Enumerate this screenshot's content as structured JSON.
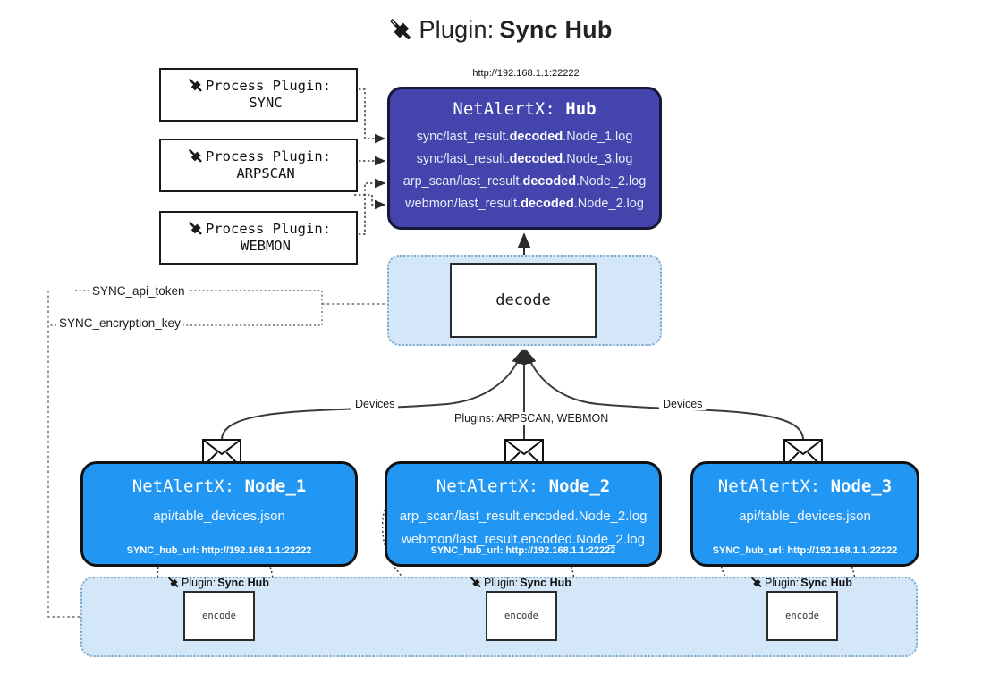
{
  "title": {
    "icon": "plug-icon",
    "prefix": "Plugin:",
    "name": "Sync Hub"
  },
  "hub": {
    "url": "http://192.168.1.1:22222",
    "title_prefix": "NetAlertX:",
    "title_name": "Hub",
    "color": "#4345ad",
    "lines": [
      {
        "pre": "sync/last_result.",
        "bold": "decoded",
        "post": ".Node_1.log"
      },
      {
        "pre": "sync/last_result.",
        "bold": "decoded",
        "post": ".Node_3.log"
      },
      {
        "pre": "arp_scan/last_result.",
        "bold": "decoded",
        "post": ".Node_2.log"
      },
      {
        "pre": "webmon/last_result.",
        "bold": "decoded",
        "post": ".Node_2.log"
      }
    ]
  },
  "process_plugins": [
    {
      "icon": "plug-icon",
      "line1": "Process Plugin:",
      "line2": "SYNC"
    },
    {
      "icon": "plug-icon",
      "line1": "Process Plugin:",
      "line2": "ARPSCAN"
    },
    {
      "icon": "plug-icon",
      "line1": "Process Plugin:",
      "line2": "WEBMON"
    }
  ],
  "decode": {
    "label": "decode",
    "container_color": "#d4e7f8"
  },
  "keys": [
    {
      "label": "SYNC_api_token"
    },
    {
      "label": "SYNC_encryption_key"
    }
  ],
  "edge_labels": {
    "devices_left": "Devices",
    "devices_right": "Devices",
    "plugins": "Plugins: ARPSCAN, WEBMON"
  },
  "nodes": [
    {
      "title_prefix": "NetAlertX:",
      "title_name": "Node_1",
      "color": "#2196f3",
      "lines": [
        "api/table_devices.json"
      ],
      "footer": "SYNC_hub_url: http://192.168.1.1:22222",
      "envelope_icon": "envelope-icon"
    },
    {
      "title_prefix": "NetAlertX:",
      "title_name": "Node_2",
      "color": "#2196f3",
      "lines": [
        "arp_scan/last_result.encoded.Node_2.log",
        "webmon/last_result.encoded.Node_2.log"
      ],
      "footer": "SYNC_hub_url: http://192.168.1.1:22222",
      "envelope_icon": "envelope-icon"
    },
    {
      "title_prefix": "NetAlertX:",
      "title_name": "Node_3",
      "color": "#2196f3",
      "lines": [
        "api/table_devices.json"
      ],
      "footer": "SYNC_hub_url: http://192.168.1.1:22222",
      "envelope_icon": "envelope-icon"
    }
  ],
  "band": {
    "color": "#d4e7f8",
    "plugin_labels": [
      {
        "icon": "plug-icon",
        "prefix": "Plugin:",
        "name": "Sync Hub"
      },
      {
        "icon": "plug-icon",
        "prefix": "Plugin:",
        "name": "Sync Hub"
      },
      {
        "icon": "plug-icon",
        "prefix": "Plugin:",
        "name": "Sync Hub"
      }
    ],
    "encode_boxes": [
      {
        "label": "encode"
      },
      {
        "label": "encode"
      },
      {
        "label": "encode"
      }
    ]
  }
}
